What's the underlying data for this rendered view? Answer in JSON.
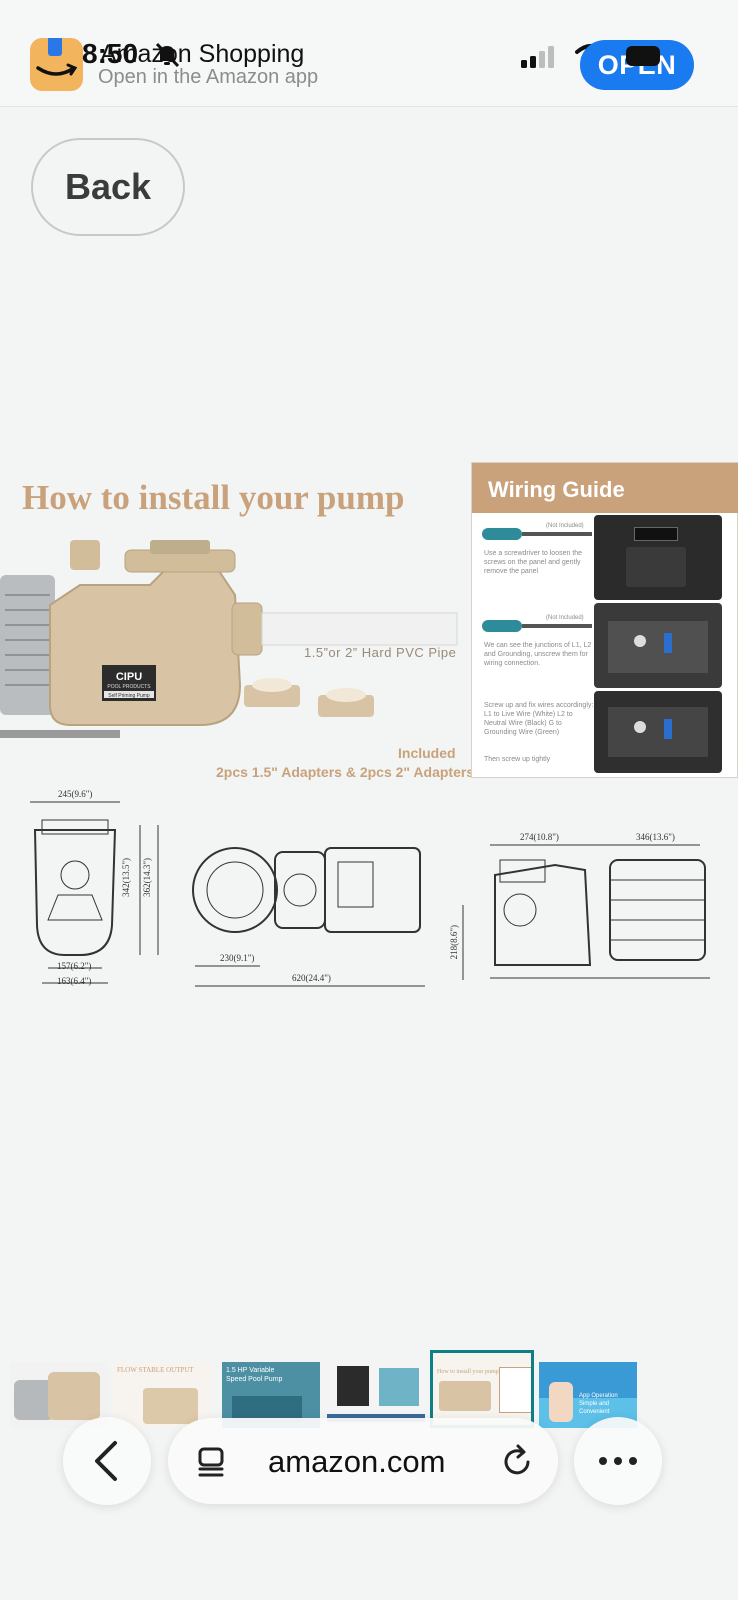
{
  "status_bar": {
    "time": "8:50"
  },
  "banner": {
    "app_name": "Amazon Shopping",
    "subtitle": "Open in the Amazon app",
    "open_label": "OPEN"
  },
  "back_label": "Back",
  "product_image": {
    "install_title": "How to install your pump",
    "pvc_label": "1.5”or 2” Hard PVC Pipe",
    "included_label": "Included",
    "adapters_label": "2pcs 1.5\" Adapters & 2pcs 2\" Adapters",
    "brand": "CIPU",
    "brand_sub": "POOL PRODUCTS",
    "pump_type": "Self Priming Pump",
    "wiring": {
      "title": "Wiring Guide",
      "step1": "Use a screwdriver to loosen the screws on the panel and gently remove the panel",
      "step2": "We can see the junctions of L1, L2 and Grounding, unscrew them for wiring connection.",
      "step3": "Screw up and fix wires accordingly: L1 to Live Wire (White) L2 to Neutral Wire (Black) G to Grounding Wire (Green)",
      "step4": "Then screw up tightly",
      "not_included": "(Not Included)"
    },
    "dimensions": {
      "front_width": "245(9.6\")",
      "front_h1": "342(13.5\")",
      "front_h2": "362(14.3\")",
      "front_base1": "157(6.2\")",
      "front_base2": "163(6.4\")",
      "top_inlet": "230(9.1\")",
      "top_length": "620(24.4\")",
      "side_left": "274(10.8\")",
      "side_right": "346(13.6\")",
      "side_height": "218(8.6\")"
    }
  },
  "thumbnails": [
    {
      "label": ""
    },
    {
      "label": "FLOW STABLE OUTPUT"
    },
    {
      "label": "1.5 HP Variable Speed Pool Pump"
    },
    {
      "label": ""
    },
    {
      "label": "How to install your pump"
    },
    {
      "label": "App Operation Simple and Convenient"
    }
  ],
  "toolbar": {
    "url": "amazon.com"
  },
  "colors": {
    "accent": "#1a7af0",
    "tan": "#c9a27c",
    "selected": "#0f7f86"
  }
}
